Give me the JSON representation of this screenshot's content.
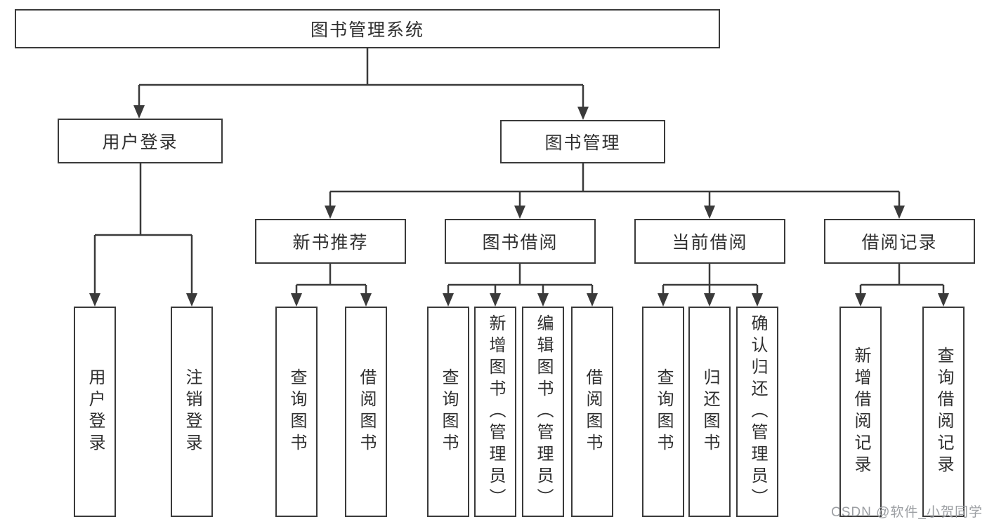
{
  "diagram": {
    "root": {
      "label": "图书管理系统"
    },
    "level1": [
      {
        "label": "用户登录"
      },
      {
        "label": "图书管理"
      }
    ],
    "level2": [
      {
        "label": "新书推荐"
      },
      {
        "label": "图书借阅"
      },
      {
        "label": "当前借阅"
      },
      {
        "label": "借阅记录"
      }
    ],
    "level3": {
      "user_login": [
        "用户登录",
        "注销登录"
      ],
      "new_book": [
        "查询图书",
        "借阅图书"
      ],
      "book_borrow": [
        "查询图书",
        "新增图书（管理员）",
        "编辑图书（管理员）",
        "借阅图书"
      ],
      "current_borrow": [
        "查询图书",
        "归还图书",
        "确认归还（管理员）"
      ],
      "borrow_records": [
        "新增借阅记录",
        "查询借阅记录"
      ]
    }
  },
  "watermark": {
    "text": "CSDN @软件_小贺同学"
  },
  "colors": {
    "line": "#3a3a3a",
    "border": "#3a3a3a",
    "text": "#2f2f2f",
    "watermark": "#9c9fa3",
    "background": "#ffffff"
  }
}
